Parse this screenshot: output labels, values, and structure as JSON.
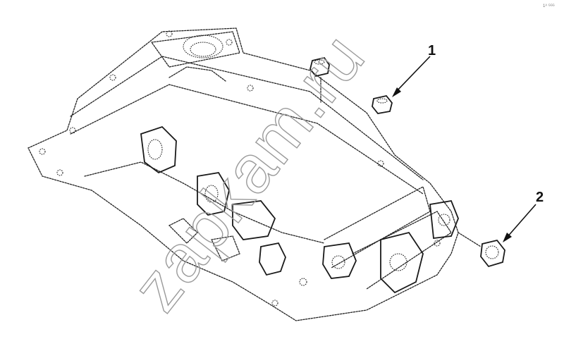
{
  "callouts": [
    {
      "label": "1",
      "part": "cap-nut"
    },
    {
      "label": "2",
      "part": "plug"
    }
  ],
  "watermark": "zapkam.ru",
  "corner_code": "1ᴬ ᴳᴳᴳ",
  "colors": {
    "line": "#222222",
    "watermark": "#9a9a9a",
    "background": "#ffffff"
  }
}
